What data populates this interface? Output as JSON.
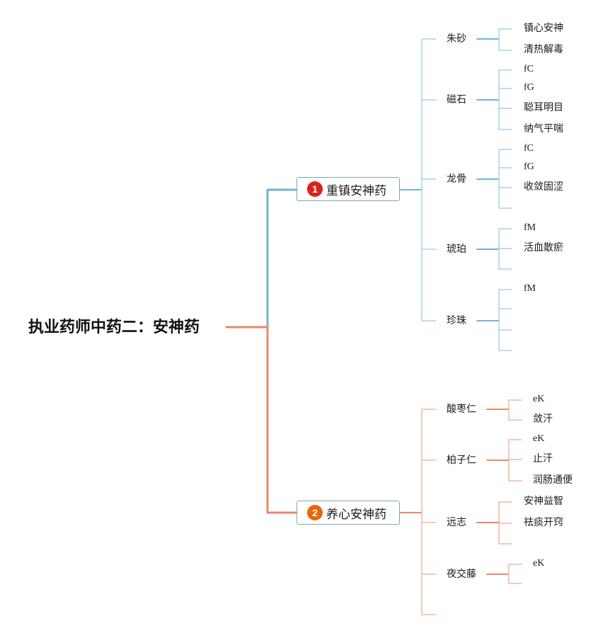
{
  "root": {
    "title": "执业药师中药二：安神药"
  },
  "colors": {
    "blue": "#6fb5d6",
    "blue_light": "#a9d3e6",
    "orange": "#e8896a",
    "orange_light": "#f2b89f",
    "badge1": "#d9241b",
    "badge2": "#e8660e"
  },
  "branches": [
    {
      "number": "1",
      "label": "重镇安神药",
      "children": [
        {
          "label": "朱砂",
          "leaves": [
            "镇心安神",
            "清热解毒"
          ]
        },
        {
          "label": "磁石",
          "leaves": [
            "fC",
            "fG",
            "聪耳明目",
            "纳气平喘"
          ]
        },
        {
          "label": "龙骨",
          "leaves": [
            "fC",
            "fG",
            "收敛固涩",
            ""
          ]
        },
        {
          "label": "琥珀",
          "leaves": [
            "fM",
            "活血散瘀",
            ""
          ]
        },
        {
          "label": "珍珠",
          "leaves": [
            "fM",
            "",
            "",
            ""
          ]
        }
      ]
    },
    {
      "number": "2",
      "label": "养心安神药",
      "children": [
        {
          "label": "酸枣仁",
          "leaves": [
            "eK",
            "敛汗"
          ]
        },
        {
          "label": "柏子仁",
          "leaves": [
            "eK",
            "止汗",
            "润肠通便"
          ]
        },
        {
          "label": "远志",
          "leaves": [
            "安神益智",
            "祛痰开窍",
            ""
          ]
        },
        {
          "label": "夜交藤",
          "leaves": [
            "eK",
            ""
          ]
        },
        {
          "label": "",
          "leaves": []
        }
      ]
    }
  ]
}
